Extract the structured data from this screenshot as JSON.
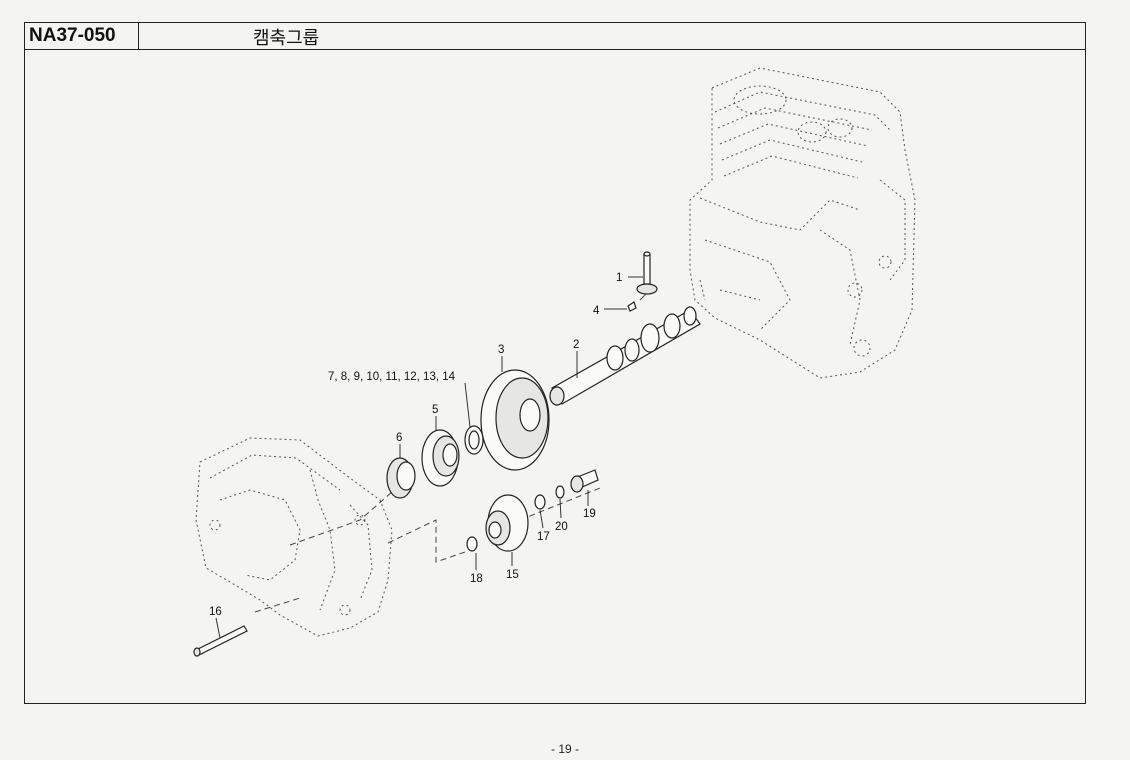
{
  "header": {
    "part_code": "NA37-050",
    "group_title": "캠축그룹"
  },
  "callouts": {
    "c1": "1",
    "c2": "2",
    "c3": "3",
    "c4": "4",
    "c5": "5",
    "c6": "6",
    "c7_14": "7,  8,  9,  10,  11,  12,  13,  14",
    "c15": "15",
    "c16": "16",
    "c17": "17",
    "c18": "18",
    "c19": "19",
    "c20": "20"
  },
  "footer": {
    "page_number": "- 19 -"
  }
}
